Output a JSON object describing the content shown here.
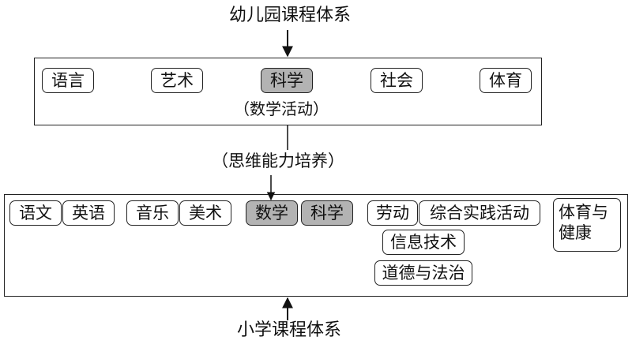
{
  "top_title": "幼儿园课程体系",
  "bottom_title": "小学课程体系",
  "kindergarten": {
    "subjects": [
      "语言",
      "艺术",
      "科学",
      "社会",
      "体育"
    ],
    "highlighted": "科学",
    "note": "（数学活动）"
  },
  "connector_label": "（思维能力培养）",
  "primary": {
    "groups": [
      [
        "语文",
        "英语"
      ],
      [
        "音乐",
        "美术"
      ],
      [
        "数学",
        "科学"
      ],
      [
        "劳动",
        "综合实践活动"
      ]
    ],
    "extra": [
      "信息技术",
      "道德与法治"
    ],
    "pe": "体育与健康",
    "highlighted": [
      "数学",
      "科学"
    ]
  },
  "colors": {
    "highlight": "#b3b3b3",
    "stroke": "#222222"
  }
}
